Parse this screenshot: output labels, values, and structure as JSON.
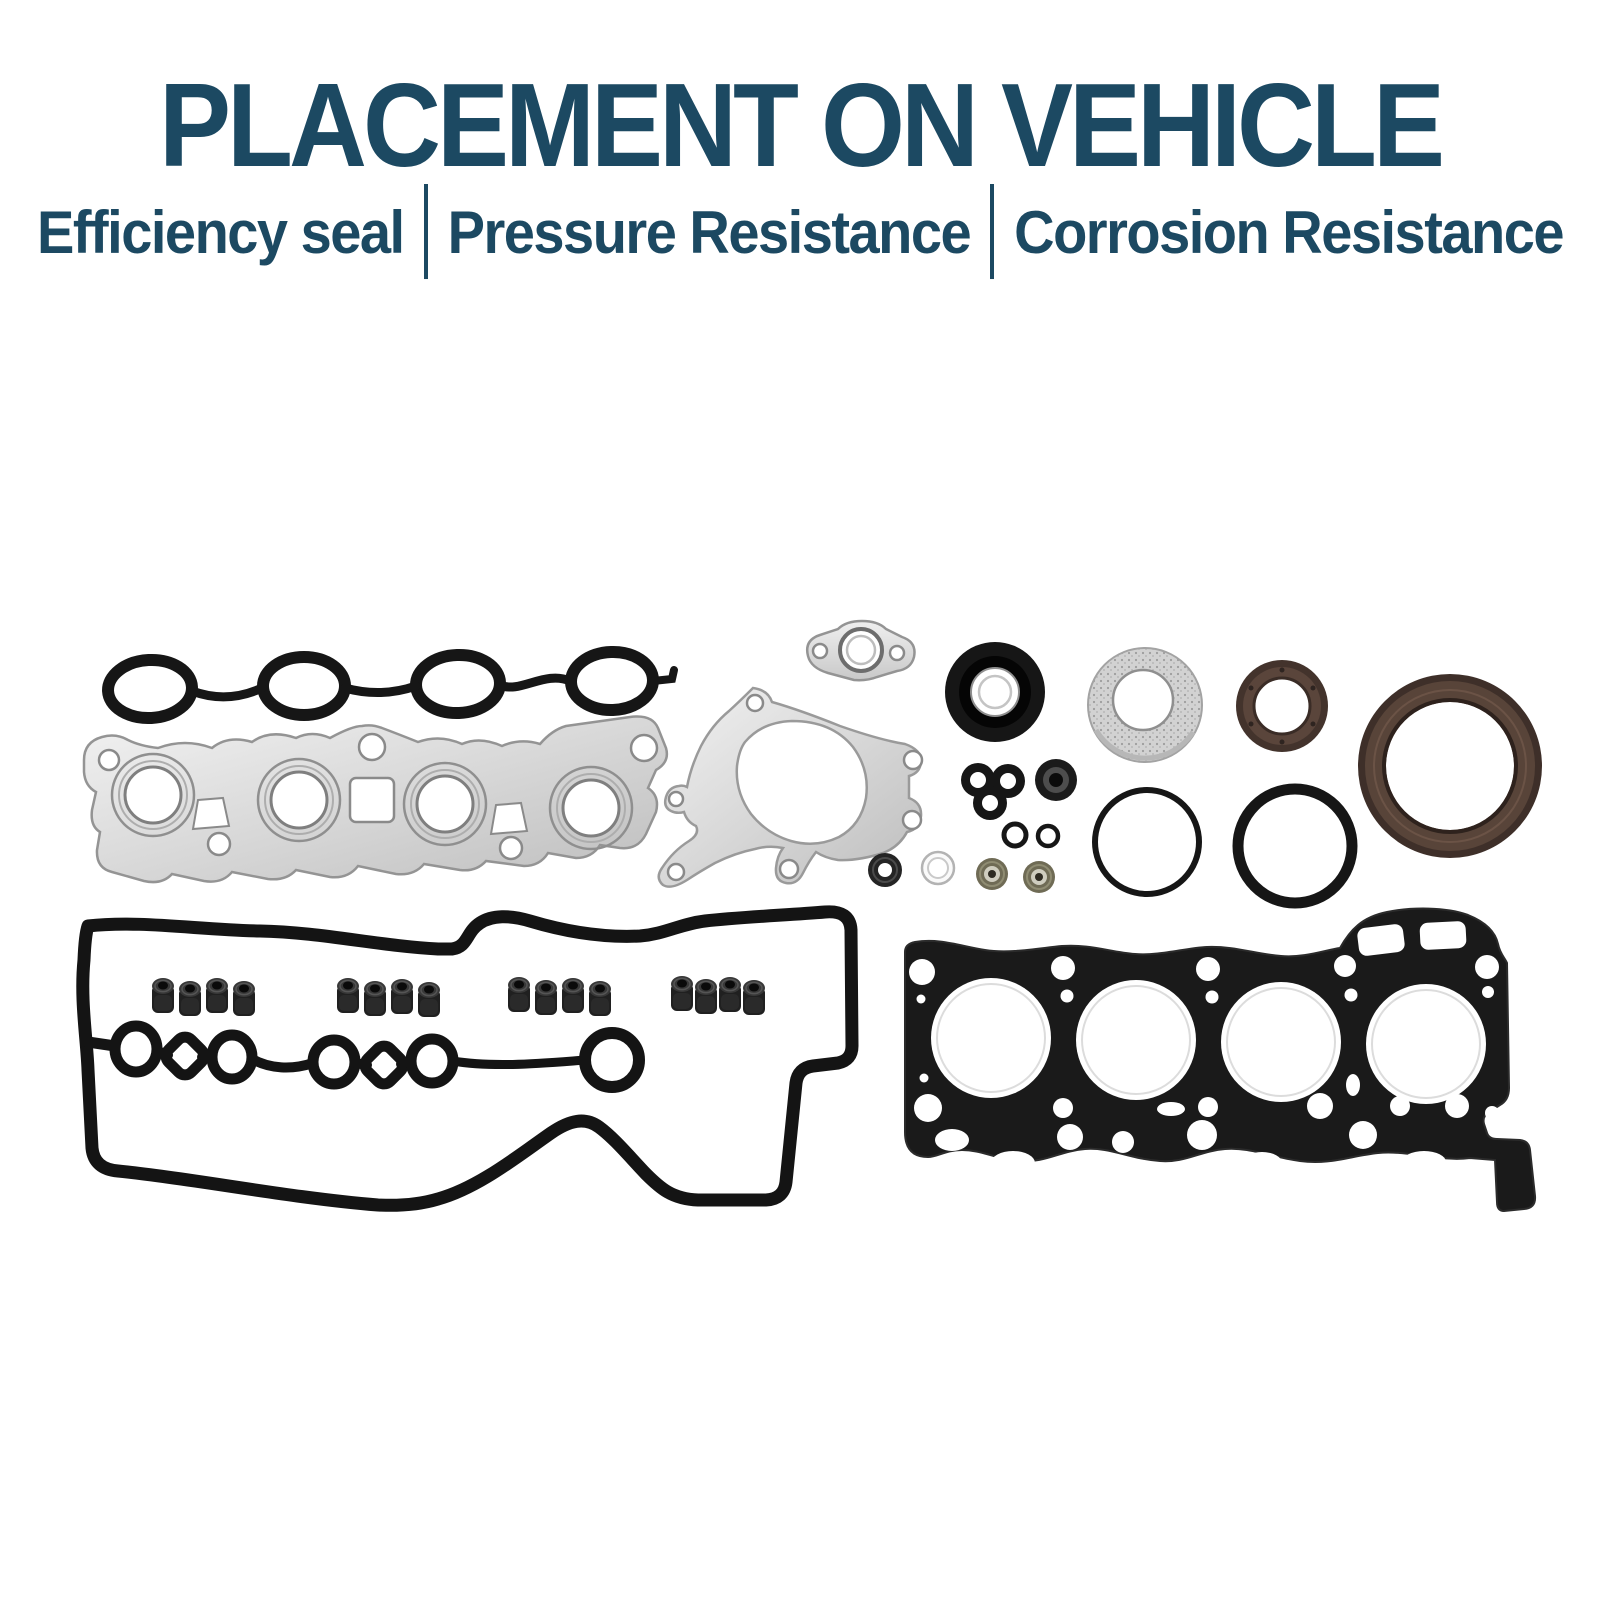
{
  "header": {
    "title": "PLACEMENT ON VEHICLE",
    "features": [
      "Efficiency seal",
      "Pressure Resistance",
      "Corrosion Resistance"
    ]
  },
  "colors": {
    "accent": "#1c4962",
    "background": "#ffffff",
    "rubber_black": "#161616",
    "gasket_plate_black": "#1a1a1a",
    "metal_light": "#ececec",
    "metal_mid": "#c6c6c6",
    "metal_edge": "#949494",
    "seal_brown_dark": "#43332c",
    "seal_brown": "#5a453b",
    "bronze": "#6f6b55"
  },
  "parts": [
    {
      "id": "intake-manifold-gasket"
    },
    {
      "id": "exhaust-manifold-gasket"
    },
    {
      "id": "egr-valve-gasket"
    },
    {
      "id": "water-pump-gasket"
    },
    {
      "id": "camshaft-oil-seal-black"
    },
    {
      "id": "exhaust-pipe-donut-gasket"
    },
    {
      "id": "camshaft-oil-seal-brown"
    },
    {
      "id": "crankshaft-oil-seal-brown"
    },
    {
      "id": "oil-passage-trefoil-seal"
    },
    {
      "id": "rubber-grommet-seal"
    },
    {
      "id": "o-ring-small-pair"
    },
    {
      "id": "washer-seal-black"
    },
    {
      "id": "flat-washer-white"
    },
    {
      "id": "metal-bonded-seals-bronze"
    },
    {
      "id": "o-ring-thin-large"
    },
    {
      "id": "o-ring-thick-large"
    },
    {
      "id": "valve-cover-gasket"
    },
    {
      "id": "spark-plug-tube-gasket-chain"
    },
    {
      "id": "valve-stem-seals-x16"
    },
    {
      "id": "cylinder-head-gasket"
    }
  ]
}
